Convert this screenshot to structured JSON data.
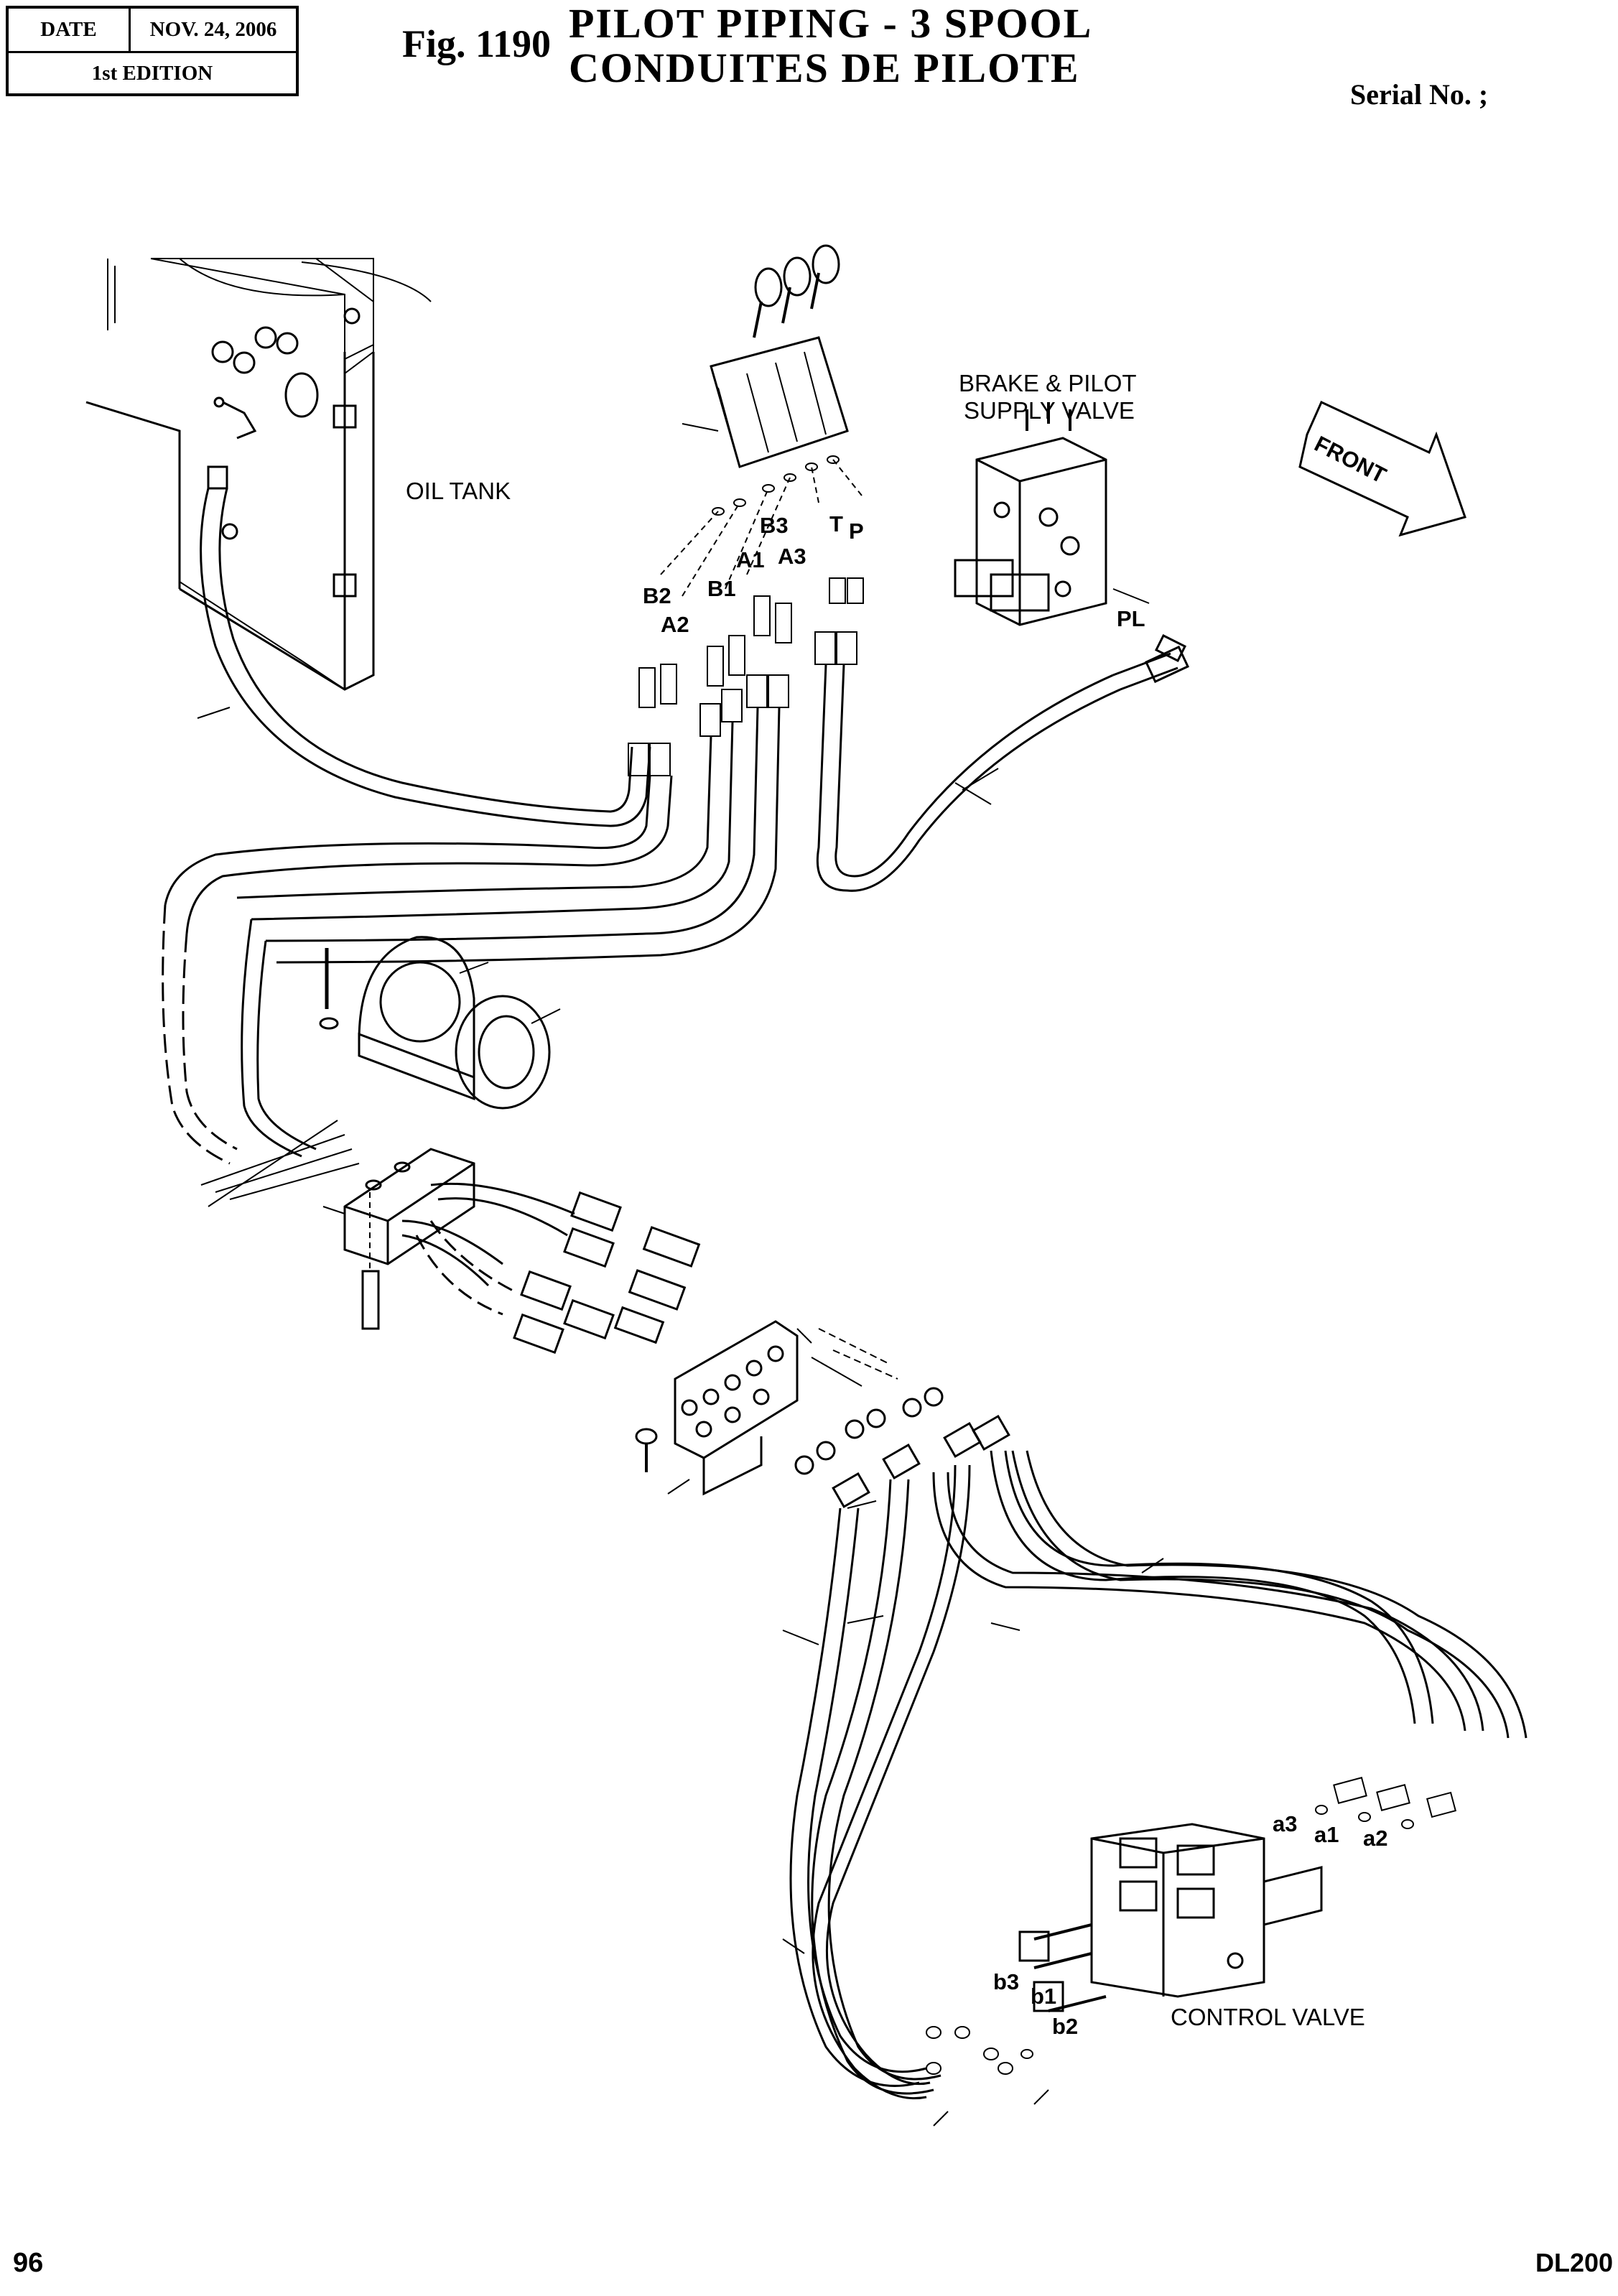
{
  "header": {
    "date_label": "DATE",
    "date_value": "NOV. 24, 2006",
    "edition": "1st EDITION",
    "fig_number": "Fig. 1190",
    "title_en": "PILOT PIPING - 3 SPOOL",
    "title_fr": "CONDUITES DE PILOTE",
    "serial": "Serial No. ;"
  },
  "diagram": {
    "labels": {
      "oil_tank": "OIL TANK",
      "brake_valve_line1": "BRAKE & PILOT",
      "brake_valve_line2": "SUPPLY VALVE",
      "front": "FRONT",
      "control_valve": "CONTROL VALVE",
      "pl": "PL"
    },
    "ports_upper": {
      "B2": "B2",
      "A2": "A2",
      "B1": "B1",
      "A1": "A1",
      "B3": "B3",
      "A3": "A3",
      "T": "T",
      "P": "P"
    },
    "ports_lower": {
      "a3": "a3",
      "a1": "a1",
      "a2": "a2",
      "b3": "b3",
      "b1": "b1",
      "b2": "b2"
    }
  },
  "footer": {
    "page": "96",
    "model": "DL200"
  }
}
